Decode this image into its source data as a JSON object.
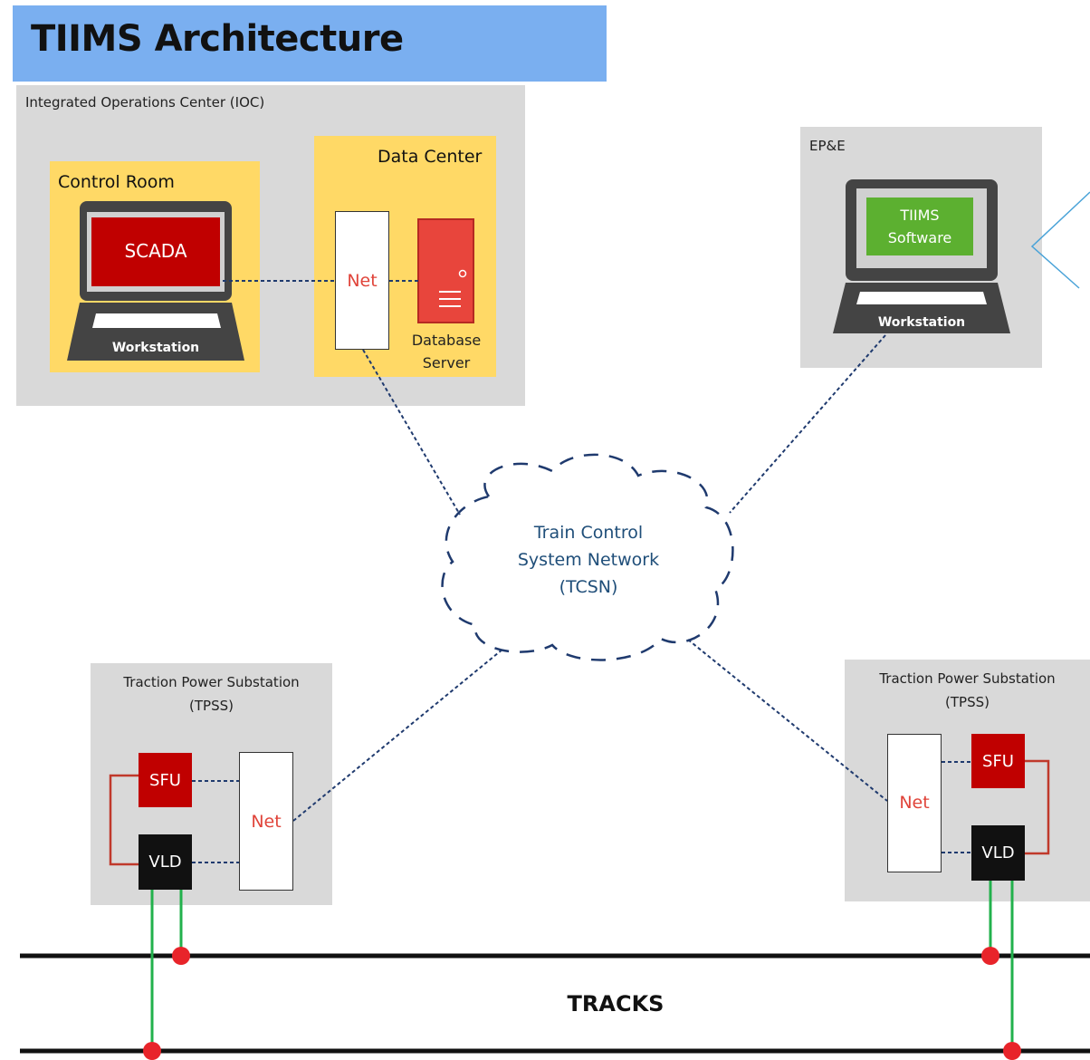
{
  "title": "TIIMS Architecture",
  "ioc": {
    "label": "Integrated Operations Center (IOC)",
    "control_room": {
      "label": "Control Room",
      "screen_text": "SCADA",
      "workstation_label": "Workstation"
    },
    "data_center": {
      "label": "Data Center",
      "net_label": "Net",
      "server_label_line1": "Database",
      "server_label_line2": "Server"
    }
  },
  "epe": {
    "label": "EP&E",
    "screen_line1": "TIIMS",
    "screen_line2": "Software",
    "workstation_label": "Workstation"
  },
  "cloud": {
    "line1": "Train Control",
    "line2": "System Network",
    "line3": "(TCSN)"
  },
  "tpss_left": {
    "line1": "Traction Power Substation",
    "line2": "(TPSS)",
    "sfu": "SFU",
    "vld": "VLD",
    "net": "Net"
  },
  "tpss_right": {
    "line1": "Traction Power Substation",
    "line2": "(TPSS)",
    "sfu": "SFU",
    "vld": "VLD",
    "net": "Net"
  },
  "tracks_label": "TRACKS",
  "colors": {
    "banner": "#7aaff0",
    "container": "#d9d9d9",
    "room": "#ffd966",
    "scada": "#c00000",
    "tiims": "#5cb030",
    "link": "#1f3a6e",
    "ground": "#22b14c",
    "junction": "#e8242a"
  }
}
